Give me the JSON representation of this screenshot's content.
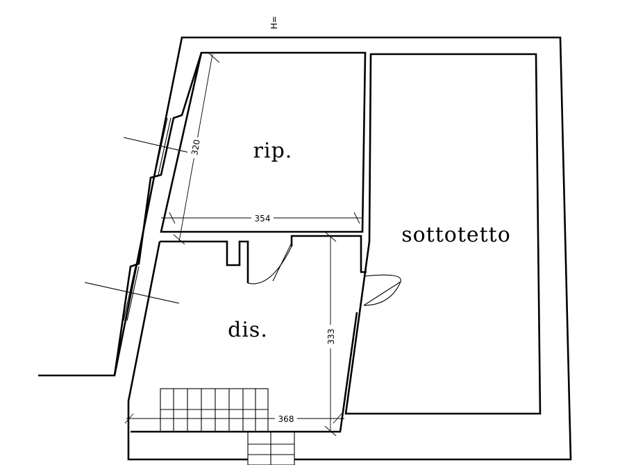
{
  "plan": {
    "height_marker": "H=",
    "rooms": {
      "rip": "rip.",
      "sottotetto": "sottotetto",
      "dis": "dis."
    },
    "dimensions": {
      "rip_height": "320",
      "rip_width": "354",
      "dis_height": "333",
      "dis_width": "368"
    }
  }
}
